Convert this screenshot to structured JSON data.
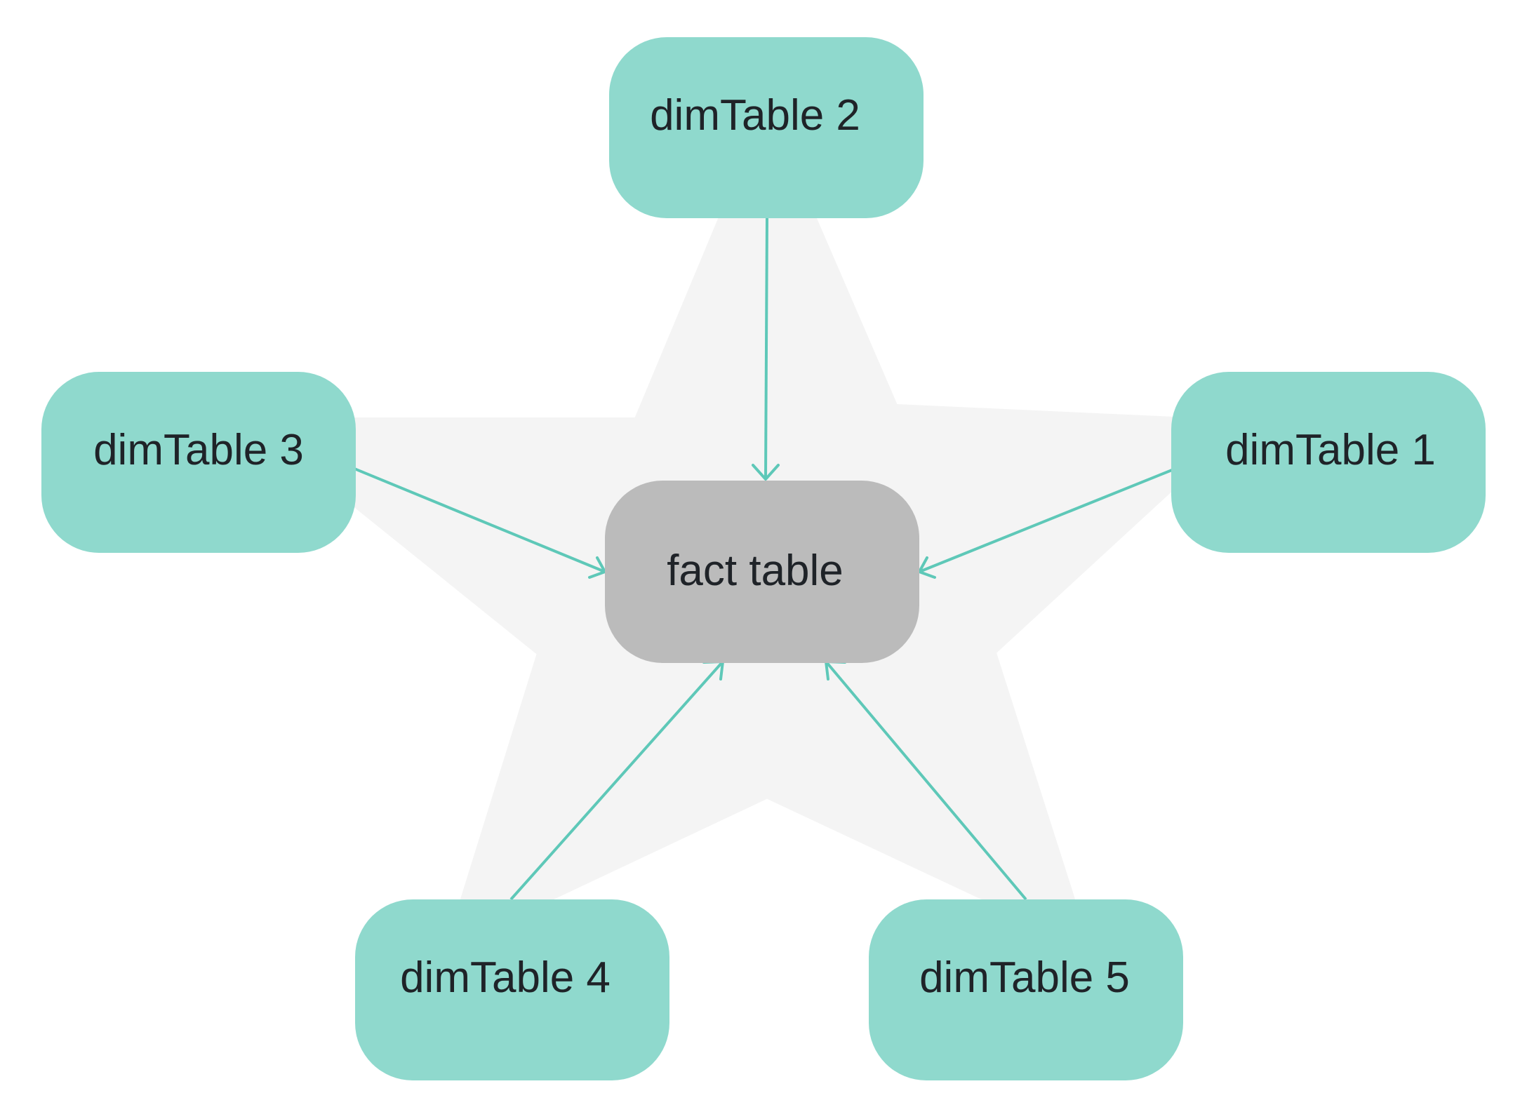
{
  "diagram": {
    "type": "star-schema",
    "colors": {
      "background": "#ffffff",
      "star_shape": "#f4f4f4",
      "dimension_node": "#8fd9cd",
      "fact_node": "#bbbbbb",
      "edge": "#5ec8b8",
      "text": "#1f2328"
    },
    "fact": {
      "label": "fact table"
    },
    "dimensions": [
      {
        "label": "dimTable 1"
      },
      {
        "label": "dimTable 2"
      },
      {
        "label": "dimTable 3"
      },
      {
        "label": "dimTable 4"
      },
      {
        "label": "dimTable 5"
      }
    ],
    "edges": [
      {
        "from": "dimTable 1",
        "to": "fact table"
      },
      {
        "from": "dimTable 2",
        "to": "fact table"
      },
      {
        "from": "dimTable 3",
        "to": "fact table"
      },
      {
        "from": "dimTable 4",
        "to": "fact table"
      },
      {
        "from": "dimTable 5",
        "to": "fact table"
      }
    ]
  }
}
